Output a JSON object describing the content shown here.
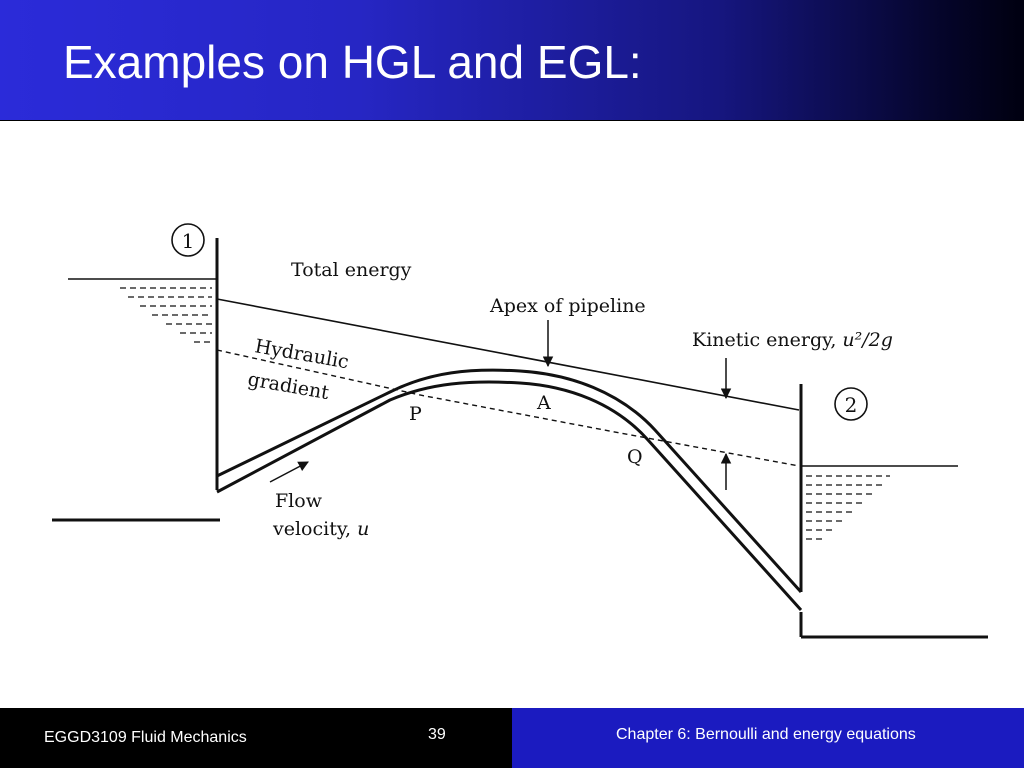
{
  "slide": {
    "title": "Examples on HGL and EGL:"
  },
  "diagram": {
    "labels": {
      "section_1": "1",
      "section_2": "2",
      "total_energy": "Total energy",
      "apex": "Apex of pipeline",
      "kinetic": "Kinetic energy, ",
      "kinetic_formula": "u²/2g",
      "hydraulic_1": "Hydraulic",
      "hydraulic_2": "gradient",
      "point_p": "P",
      "point_a": "A",
      "point_q": "Q",
      "flow_1": "Flow",
      "flow_2": "velocity, ",
      "flow_var": "u"
    },
    "colors": {
      "ink": "#111111"
    }
  },
  "footer": {
    "course": "EGGD3109 Fluid Mechanics",
    "page_number": "39",
    "chapter": "Chapter 6: Bernoulli and energy equations",
    "left_color": "#000000",
    "right_color": "#1b1bc0"
  }
}
